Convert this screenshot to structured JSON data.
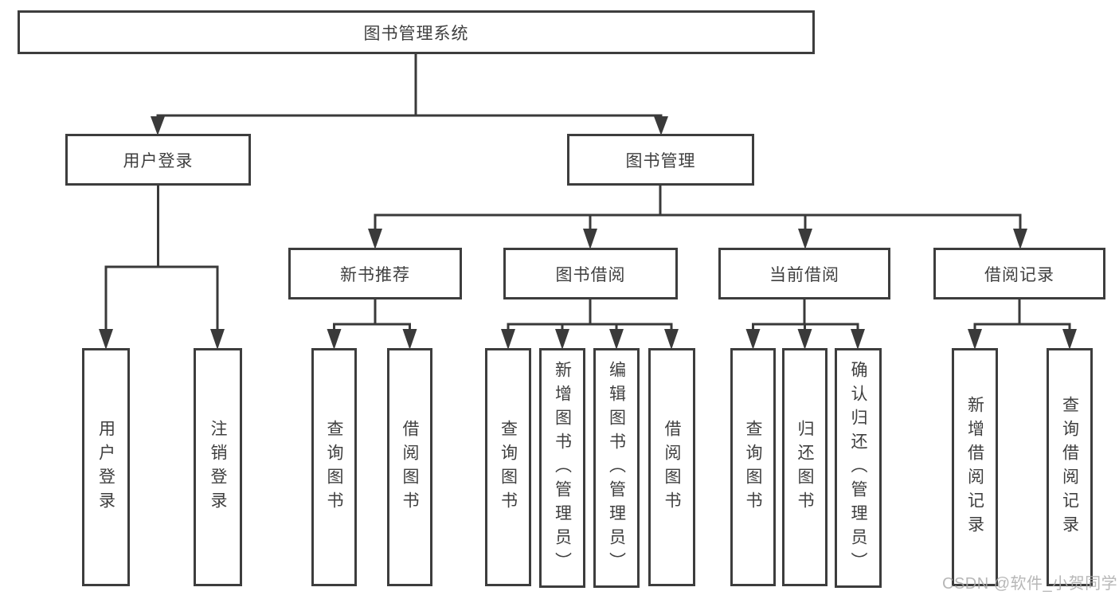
{
  "diagram": {
    "tree": {
      "label": "图书管理系统",
      "children": [
        {
          "label": "用户登录",
          "children": [
            {
              "label": "用户登录"
            },
            {
              "label": "注销登录"
            }
          ]
        },
        {
          "label": "图书管理",
          "children": [
            {
              "label": "新书推荐",
              "children": [
                {
                  "label": "查询图书"
                },
                {
                  "label": "借阅图书"
                }
              ]
            },
            {
              "label": "图书借阅",
              "children": [
                {
                  "label": "查询图书"
                },
                {
                  "label": "新增图书（管理员）"
                },
                {
                  "label": "编辑图书（管理员）"
                },
                {
                  "label": "借阅图书"
                }
              ]
            },
            {
              "label": "当前借阅",
              "children": [
                {
                  "label": "查询图书"
                },
                {
                  "label": "归还图书"
                },
                {
                  "label": "确认归还（管理员）"
                }
              ]
            },
            {
              "label": "借阅记录",
              "children": [
                {
                  "label": "新增借阅记录"
                },
                {
                  "label": "查询借阅记录"
                }
              ]
            }
          ]
        }
      ]
    },
    "watermark": "CSDN @软件_小贺同学",
    "colors": {
      "border": "#3d3d3d",
      "line": "#3a3a3a",
      "text": "#3f3f3f",
      "watermark": "#ababab",
      "background": "#ffffff"
    }
  }
}
